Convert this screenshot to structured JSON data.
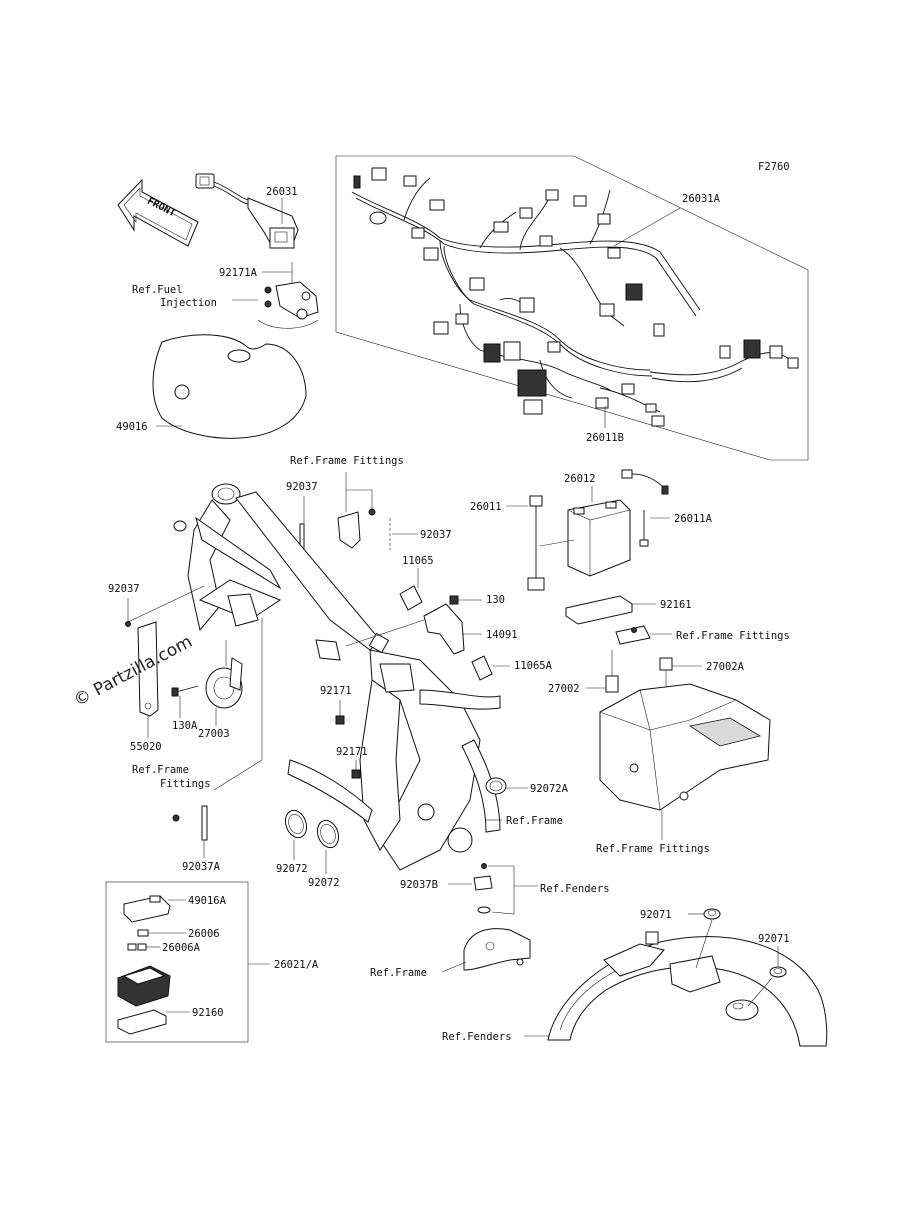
{
  "diagram": {
    "figure_code": "F2760",
    "front_marker": "FRONT",
    "watermark": "© Partzilla.com",
    "labels": {
      "p26031": "26031",
      "p26031A": "26031A",
      "p92171A": "92171A",
      "ref_fuel_1": "Ref.Fuel",
      "ref_fuel_2": "Injection",
      "p49016": "49016",
      "p26011B": "26011B",
      "ref_frame_fittings_top": "Ref.Frame Fittings",
      "p92037_top": "92037",
      "p92037_right": "92037",
      "p92037_left": "92037",
      "p26012": "26012",
      "p26011": "26011",
      "p26011A": "26011A",
      "p11065": "11065",
      "p130": "130",
      "p14091": "14091",
      "p11065A": "11065A",
      "p92161": "92161",
      "ref_frame_fittings_right": "Ref.Frame Fittings",
      "p27002A": "27002A",
      "p27002": "27002",
      "p92171_a": "92171",
      "p92171_b": "92171",
      "p130A": "130A",
      "p55020": "55020",
      "p27003": "27003",
      "ref_frame_fittings_left_1": "Ref.Frame",
      "ref_frame_fittings_left_2": "Fittings",
      "p92072A": "92072A",
      "ref_frame_mid": "Ref.Frame",
      "ref_frame_fittings_bottom": "Ref.Frame Fittings",
      "p92037A": "92037A",
      "p92072_a": "92072",
      "p92072_b": "92072",
      "p92037B": "92037B",
      "ref_fenders_top": "Ref.Fenders",
      "p49016A": "49016A",
      "p26006": "26006",
      "p26006A": "26006A",
      "p26021A": "26021/A",
      "p92160": "92160",
      "ref_frame_bottom": "Ref.Frame",
      "ref_fenders_bottom": "Ref.Fenders",
      "p92071_a": "92071",
      "p92071_b": "92071"
    }
  }
}
